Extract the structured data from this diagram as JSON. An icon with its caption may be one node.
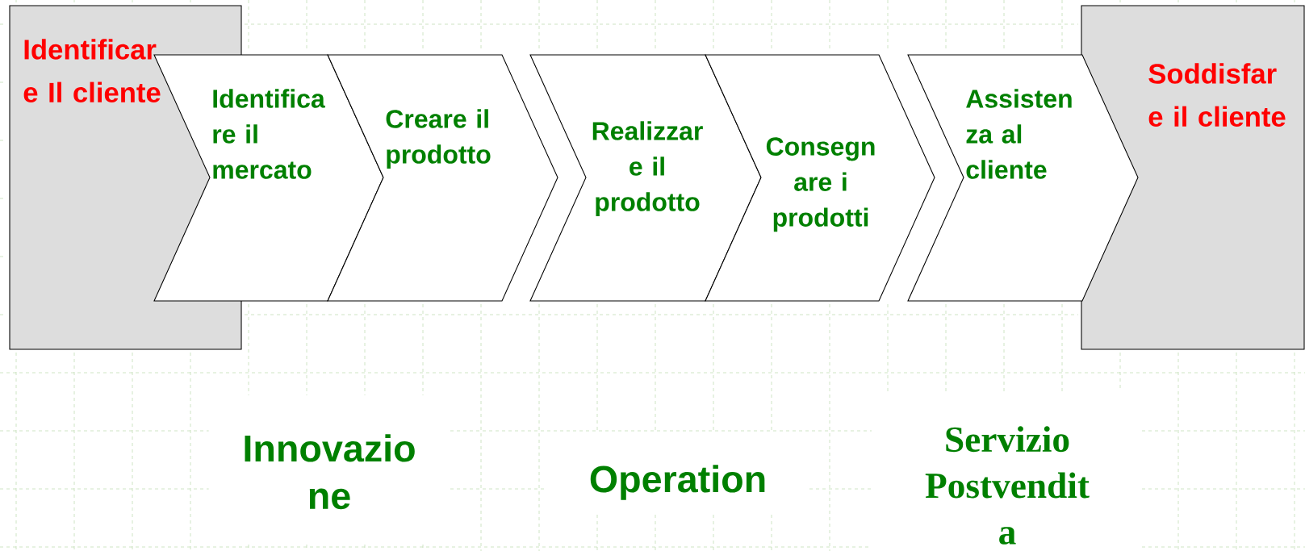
{
  "diagram": {
    "nodes": [
      {
        "text": [
          "Identificar e Il cliente"
        ]
      },
      {
        "text": [
          "Identifica re il mercato"
        ]
      },
      {
        "text": [
          "Creare il prodotto"
        ]
      },
      {
        "text": [
          "Realizzar e il prodotto"
        ]
      },
      {
        "text": [
          "Consegn are i prodotti"
        ]
      },
      {
        "text": [
          "Assisten za al cliente"
        ]
      },
      {
        "text": [
          "Soddisfar e il cliente"
        ]
      }
    ],
    "labels": [
      "Innovazio ne",
      "Operation",
      "Servizio Postvendit a"
    ]
  }
}
